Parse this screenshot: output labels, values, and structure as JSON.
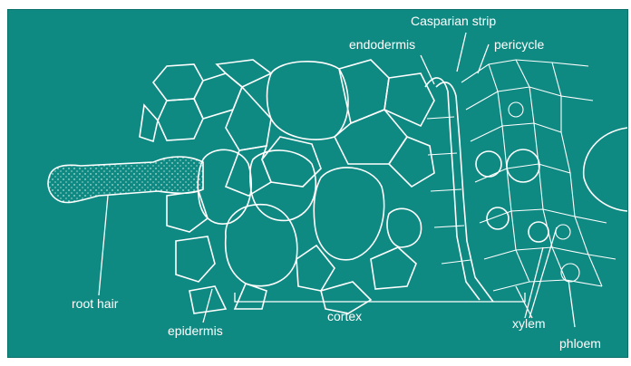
{
  "diagram": {
    "background_color": "#0f8a82",
    "line_color": "#ffffff",
    "labels": {
      "casparian_strip": "Casparian strip",
      "endodermis": "endodermis",
      "pericycle": "pericycle",
      "root_hair": "root hair",
      "epidermis": "epidermis",
      "cortex": "cortex",
      "xylem": "xylem",
      "phloem": "phloem"
    }
  }
}
